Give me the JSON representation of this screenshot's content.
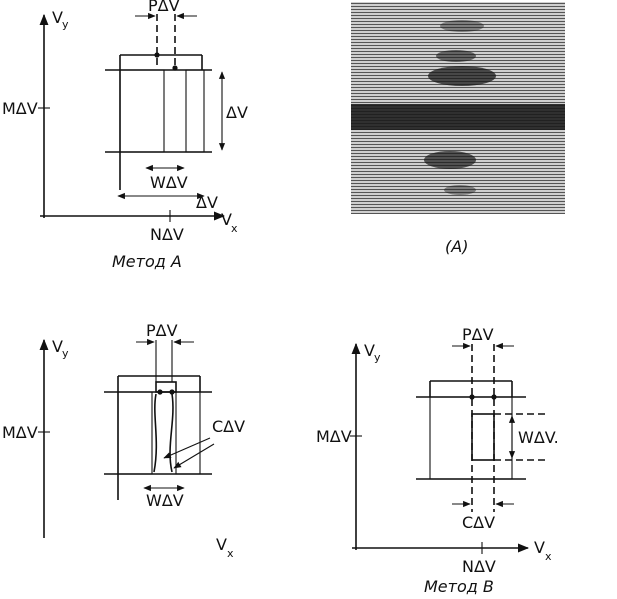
{
  "panels": {
    "a": {
      "axis_y": "V",
      "axis_y_sub": "y",
      "axis_x": "V",
      "axis_x_sub": "x",
      "label_top": "PΔV",
      "label_left": "MΔV",
      "label_right": "ΔV",
      "label_w": "WΔV",
      "label_bottom_delta": "ΔV",
      "label_n": "NΔV",
      "caption": "Метод А"
    },
    "photo": {
      "caption": "(A)"
    },
    "b": {
      "axis_y": "V",
      "axis_y_sub": "y",
      "axis_x": "V",
      "axis_x_sub": "x",
      "label_top": "PΔV",
      "label_left": "MΔV",
      "label_c": "CΔV",
      "label_w": "WΔV"
    },
    "c": {
      "axis_y": "V",
      "axis_y_sub": "y",
      "axis_x": "V",
      "axis_x_sub": "x",
      "label_top": "PΔV",
      "label_left": "MΔV",
      "label_w": "WΔV.",
      "label_c": "CΔV",
      "label_n": "NΔV",
      "caption": "Метод В"
    }
  },
  "colors": {
    "ink": "#111111",
    "photo_dark": "#1a1a1a",
    "photo_light": "#d8d8d8"
  }
}
